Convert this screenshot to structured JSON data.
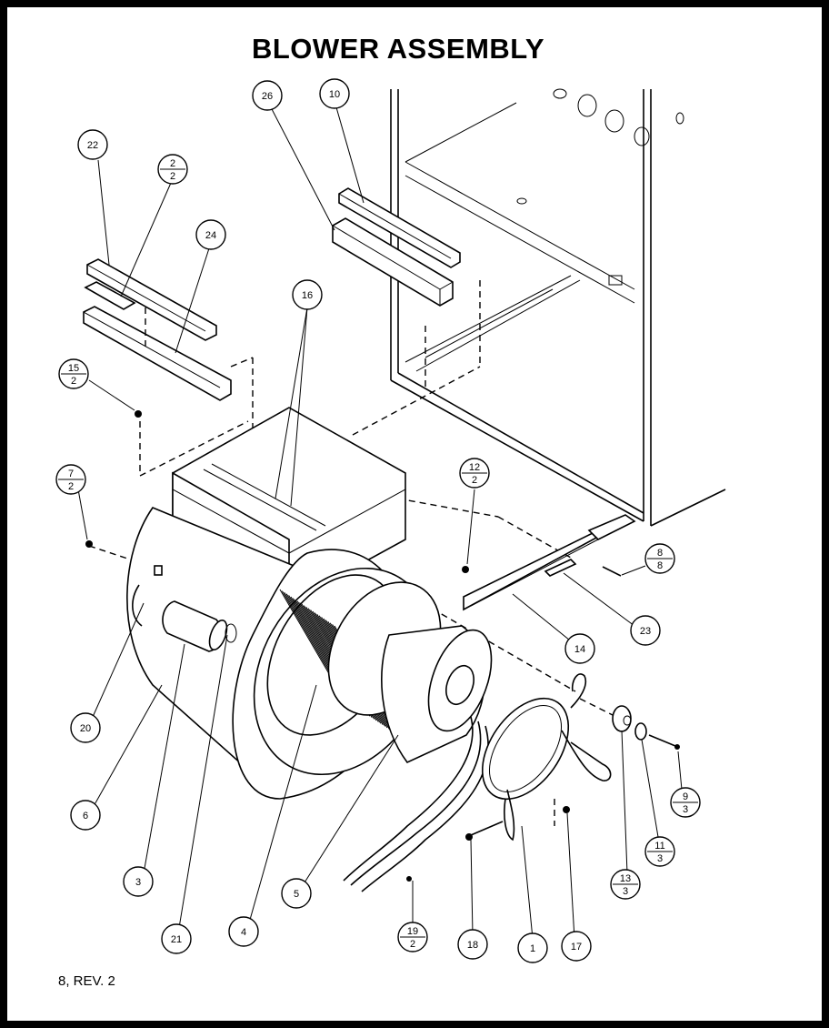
{
  "title": "BLOWER ASSEMBLY",
  "footer": "8, REV. 2",
  "callouts": [
    {
      "id": "c22",
      "num": "22",
      "den": ""
    },
    {
      "id": "c2a",
      "num": "2",
      "den": "2"
    },
    {
      "id": "c24",
      "num": "24",
      "den": ""
    },
    {
      "id": "c26",
      "num": "26",
      "den": ""
    },
    {
      "id": "c10",
      "num": "10",
      "den": ""
    },
    {
      "id": "c16",
      "num": "16",
      "den": ""
    },
    {
      "id": "c15",
      "num": "15",
      "den": "2"
    },
    {
      "id": "c7",
      "num": "7",
      "den": "2"
    },
    {
      "id": "c12",
      "num": "12",
      "den": "2"
    },
    {
      "id": "c8",
      "num": "8",
      "den": "8"
    },
    {
      "id": "c23",
      "num": "23",
      "den": ""
    },
    {
      "id": "c14",
      "num": "14",
      "den": ""
    },
    {
      "id": "c20",
      "num": "20",
      "den": ""
    },
    {
      "id": "c6",
      "num": "6",
      "den": ""
    },
    {
      "id": "c3",
      "num": "3",
      "den": ""
    },
    {
      "id": "c21",
      "num": "21",
      "den": ""
    },
    {
      "id": "c4",
      "num": "4",
      "den": ""
    },
    {
      "id": "c5",
      "num": "5",
      "den": ""
    },
    {
      "id": "c19",
      "num": "19",
      "den": "2"
    },
    {
      "id": "c18",
      "num": "18",
      "den": ""
    },
    {
      "id": "c1",
      "num": "1",
      "den": ""
    },
    {
      "id": "c17",
      "num": "17",
      "den": ""
    },
    {
      "id": "c13",
      "num": "13",
      "den": "3"
    },
    {
      "id": "c11",
      "num": "11",
      "den": "3"
    },
    {
      "id": "c9",
      "num": "9",
      "den": "3"
    }
  ]
}
